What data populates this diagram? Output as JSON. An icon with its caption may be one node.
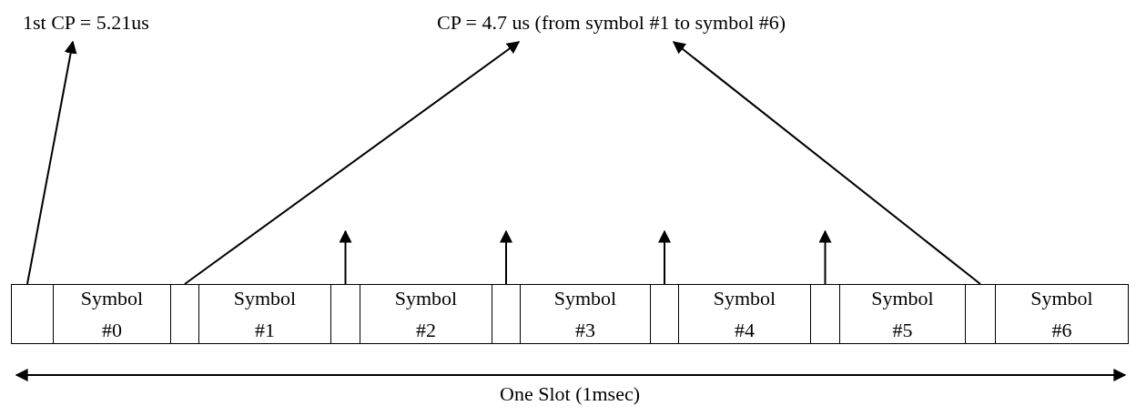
{
  "diagram": {
    "nodes": [
      {
        "text": [
          "1st CP = 5.21us"
        ]
      },
      {
        "text": [
          "CP = 4.7 us (from symbol #1 to symbol #6)"
        ]
      },
      {
        "text": [],
        "shape": "box"
      },
      {
        "text": [
          "Symbol #0"
        ]
      },
      {
        "text": [],
        "shape": "box"
      },
      {
        "text": [
          "Symbol #1"
        ]
      },
      {
        "text": [],
        "shape": "box"
      },
      {
        "text": [
          "Symbol #2"
        ]
      },
      {
        "text": [],
        "shape": "box"
      },
      {
        "text": [
          "Symbol #3"
        ]
      },
      {
        "text": [],
        "shape": "box"
      },
      {
        "text": [
          "Symbol #4"
        ]
      },
      {
        "text": [],
        "shape": "box"
      },
      {
        "text": [
          "Symbol #5"
        ]
      },
      {
        "text": [],
        "shape": "box"
      },
      {
        "text": [
          "Symbol #6"
        ]
      }
    ],
    "edges": [
      {
        "from": 2,
        "to": 0,
        "arrow": "to"
      },
      {
        "from": 4,
        "to": 1,
        "arrow": "to"
      },
      {
        "from": 14,
        "to": 1,
        "arrow": "to"
      },
      {
        "from": 6,
        "to": null,
        "arrow": "to"
      },
      {
        "from": 8,
        "to": null,
        "arrow": "to"
      },
      {
        "from": 10,
        "to": null,
        "arrow": "to"
      },
      {
        "from": 12,
        "to": null,
        "arrow": "to"
      }
    ],
    "labels": [
      "One Slot (1msec)"
    ]
  }
}
